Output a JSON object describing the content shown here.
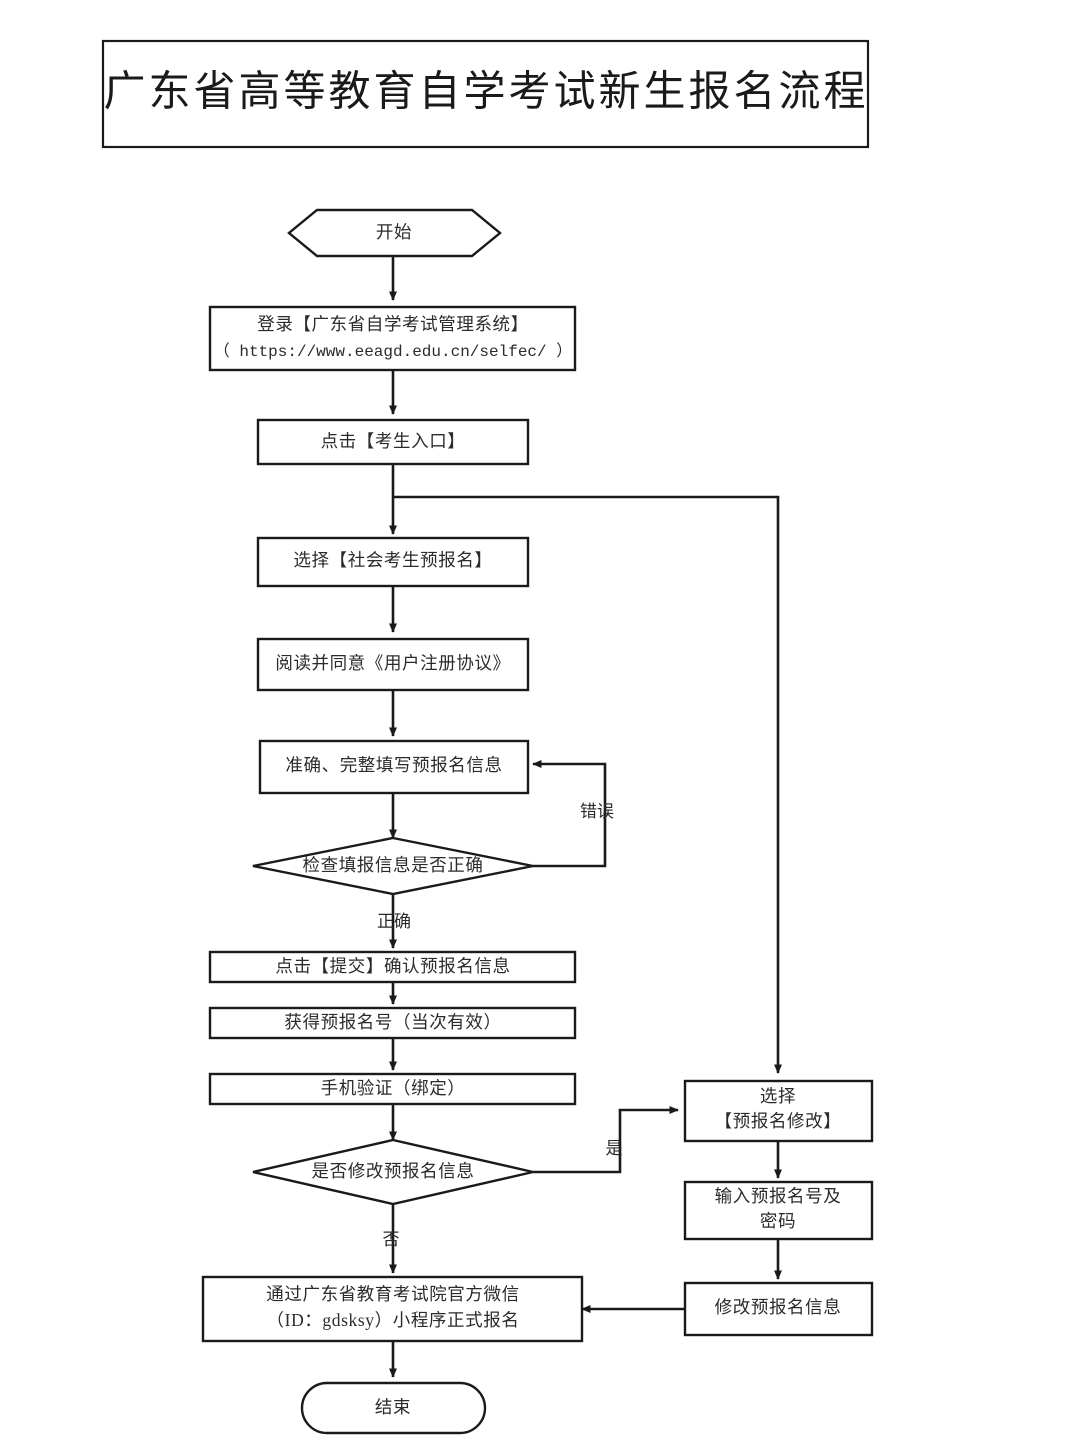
{
  "title": {
    "text": "广东省高等教育自学考试新生报名流程"
  },
  "nodes": {
    "start": {
      "label": "开始",
      "shape": "hexagon"
    },
    "login": {
      "line1": "登录【广东省自学考试管理系统】",
      "line2": "（ https://www.eeagd.edu.cn/selfec/ ）",
      "shape": "rect"
    },
    "entry": {
      "label": "点击【考生入口】",
      "shape": "rect"
    },
    "choose_preregister": {
      "label": "选择【社会考生预报名】",
      "shape": "rect"
    },
    "agreement": {
      "label": "阅读并同意《用户注册协议》",
      "shape": "rect"
    },
    "fill_info": {
      "label": "准确、完整填写预报名信息",
      "shape": "rect"
    },
    "check_info": {
      "label": "检查填报信息是否正确",
      "shape": "diamond"
    },
    "submit": {
      "label": "点击【提交】确认预报名信息",
      "shape": "rect"
    },
    "get_number": {
      "label": "获得预报名号（当次有效）",
      "shape": "rect"
    },
    "phone_verify": {
      "label": "手机验证（绑定）",
      "shape": "rect"
    },
    "modify_decision": {
      "label": "是否修改预报名信息",
      "shape": "diamond"
    },
    "choose_modify": {
      "line1": "选择",
      "line2": "【预报名修改】",
      "shape": "rect"
    },
    "input_number": {
      "line1": "输入预报名号及",
      "line2": "密码",
      "shape": "rect"
    },
    "do_modify": {
      "label": "修改预报名信息",
      "shape": "rect"
    },
    "wechat_register": {
      "line1": "通过广东省教育考试院官方微信",
      "line2": "（ID：gdsksy）小程序正式报名",
      "shape": "rect"
    },
    "end": {
      "label": "结束",
      "shape": "stadium"
    }
  },
  "edge_labels": {
    "error": "错误",
    "correct": "正确",
    "yes": "是",
    "no": "否"
  },
  "colors": {
    "stroke": "#1a1a1a",
    "text": "#2b2b2b",
    "background": "#ffffff"
  }
}
